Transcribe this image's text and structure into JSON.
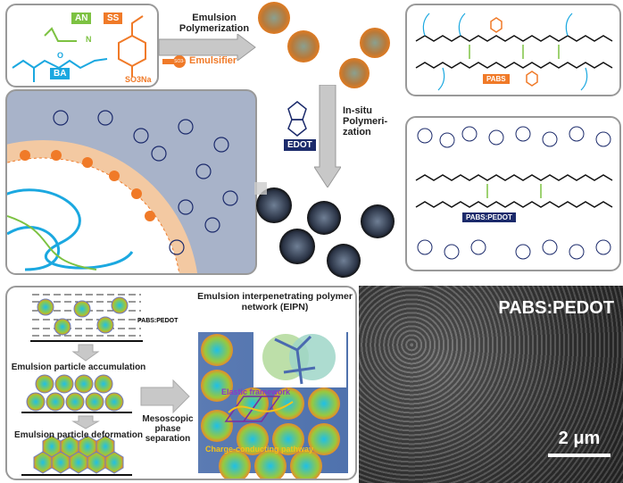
{
  "monomers": {
    "an": "AN",
    "ss": "SS",
    "ba": "BA",
    "n": "N",
    "o": "O",
    "so3na": "SO3Na"
  },
  "emulsifier": {
    "label": "Emulsifier",
    "head": "SO3-"
  },
  "steps": {
    "emulsion_polymerization": "Emulsion Polymerization",
    "insitu": "In-situ Polymeri-zation",
    "edot": "EDOT",
    "mesoscopic": "Mesoscopic phase separation"
  },
  "structures": {
    "pabs": "PABS",
    "pabs_pedot": "PABS:PEDOT"
  },
  "film": {
    "pointer": "PABS:PEDOT",
    "accumulation": "Emulsion particle accumulation",
    "deformation": "Emulsion particle deformation",
    "eipn_title": "Emulsion interpenetrating polymer network (EIPN)",
    "elastic": "Elastic framework",
    "charge": "Charge-conducting pathway"
  },
  "sem": {
    "label": "PABS:PEDOT",
    "scale": "2 μm"
  },
  "colors": {
    "orange": "#f07a28",
    "blue": "#1ba8e0",
    "green": "#7dc242",
    "navy": "#1b2a6b",
    "gray": "#b5b5b5"
  }
}
